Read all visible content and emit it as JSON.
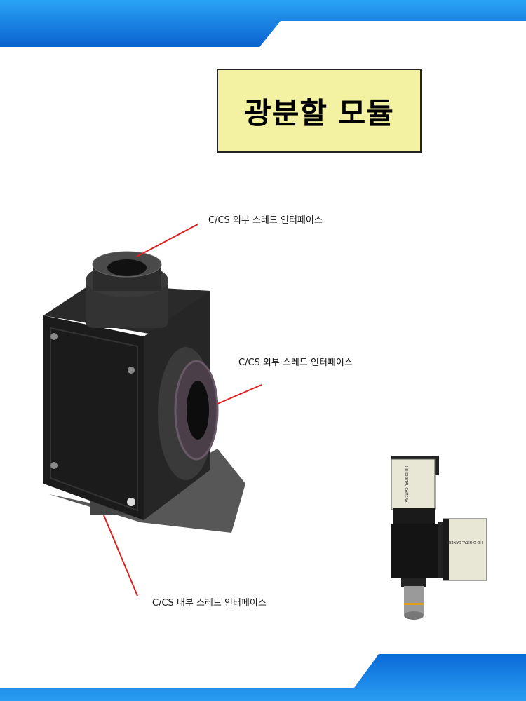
{
  "title": "광분할 모듈",
  "labels": {
    "top_interface": "C/CS 외부 스레드 인터페이스",
    "side_interface": "C/CS 외부 스레드 인터페이스",
    "bottom_interface": "C/CS 내부 스레드 인터페이스"
  },
  "photo": {
    "camera_text_1": "HD DIGITAL CAMERA",
    "camera_text_2": "HD DIGITAL CAMERA"
  },
  "colors": {
    "band_blue": "#1a7fe0",
    "title_bg": "#f3f2a3",
    "callout_line": "#e02020"
  }
}
